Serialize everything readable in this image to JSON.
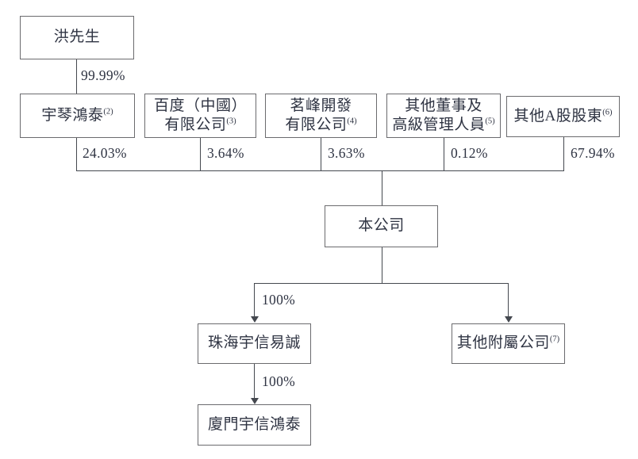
{
  "diagram": {
    "type": "org-ownership-chart",
    "colors": {
      "box_border": "#6b6b6e",
      "line": "#44484f",
      "text": "#2e3342",
      "background": "#ffffff"
    },
    "nodes": {
      "mr_hong": {
        "label": "洪先生"
      },
      "yuqin_hongtai": {
        "label": "宇琴鴻泰",
        "note": "(2)"
      },
      "baidu_china": {
        "line1": "百度（中國）",
        "line2": "有限公司",
        "note": "(3)"
      },
      "mingfeng": {
        "line1": "茗峰開發",
        "line2": "有限公司",
        "note": "(4)"
      },
      "other_directors": {
        "line1": "其他董事及",
        "line2": "高級管理人員",
        "note": "(5)"
      },
      "other_a_shareholders": {
        "label": "其他A股股東",
        "note": "(6)"
      },
      "company": {
        "label": "本公司"
      },
      "zhuhai": {
        "label": "珠海宇信易誠"
      },
      "other_subsidiaries": {
        "label": "其他附屬公司",
        "note": "(7)"
      },
      "xiamen": {
        "label": "廈門宇信鴻泰"
      }
    },
    "percentages": {
      "hong_to_yuqin": "99.99%",
      "yuqin_to_company": "24.03%",
      "baidu_to_company": "3.64%",
      "mingfeng_to_company": "3.63%",
      "directors_to_company": "0.12%",
      "a_shareholders_to_company": "67.94%",
      "company_to_zhuhai": "100%",
      "zhuhai_to_xiamen": "100%"
    }
  }
}
